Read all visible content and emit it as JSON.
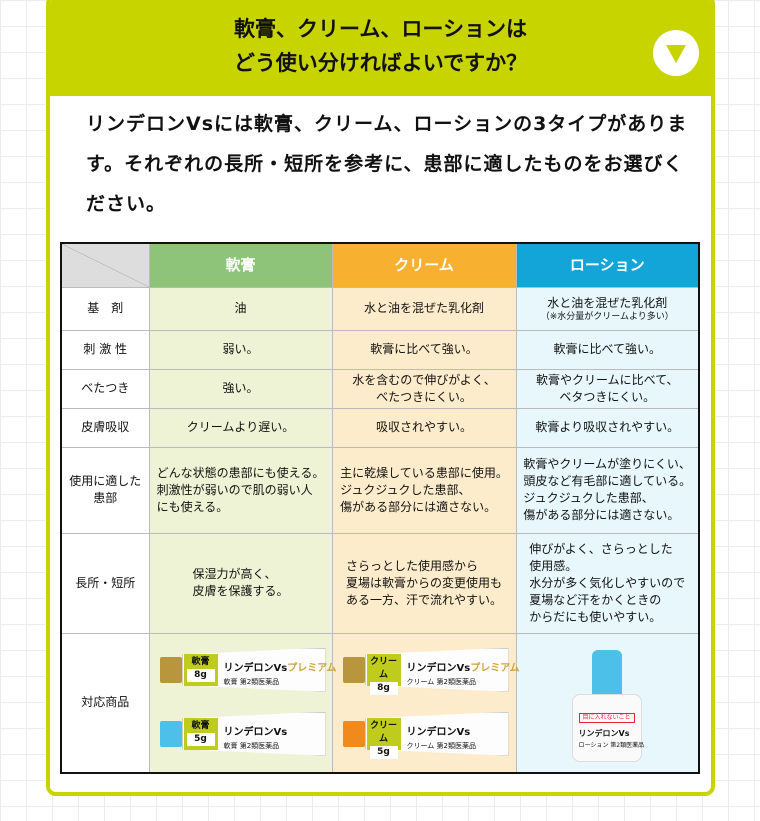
{
  "header": {
    "title_line1": "軟膏、クリーム、ローションは",
    "title_line2": "どう使い分ければよいですか？",
    "toggle_icon": "triangle-down-icon"
  },
  "intro": "リンデロンVsには軟膏、クリーム、ローションの3タイプがあります。それぞれの長所・短所を参考に、患部に適したものをお選びください。",
  "colors": {
    "accent": "#c8d400",
    "ointment": "#8ec47a",
    "cream": "#f7b030",
    "lotion": "#13a5d7"
  },
  "table": {
    "columns": [
      "軟膏",
      "クリーム",
      "ローション"
    ],
    "rows": [
      {
        "label": "基　剤",
        "cells": [
          "油",
          "水と油を混ぜた乳化剤",
          "水と油を混ぜた乳化剤"
        ],
        "note": "（※水分量がクリームより多い）"
      },
      {
        "label": "刺 激 性",
        "cells": [
          "弱い。",
          "軟膏に比べて強い。",
          "軟膏に比べて強い。"
        ]
      },
      {
        "label": "べたつき",
        "cells": [
          "強い。",
          "水を含むので伸びがよく、\nべたつきにくい。",
          "軟膏やクリームに比べて、\nベタつきにくい。"
        ]
      },
      {
        "label": "皮膚吸収",
        "cells": [
          "クリームより遅い。",
          "吸収されやすい。",
          "軟膏より吸収されやすい。"
        ]
      },
      {
        "label": "使用に適した\n患部",
        "cells": [
          "どんな状態の患部にも使える。\n刺激性が弱いので肌の弱い人\nにも使える。",
          "主に乾燥している患部に使用。\nジュクジュクした患部、\n傷がある部分には適さない。",
          "軟膏やクリームが塗りにくい、\n頭皮など有毛部に適している。\nジュクジュクした患部、\n傷がある部分には適さない。"
        ]
      },
      {
        "label": "長所・短所",
        "cells": [
          "保湿力が高く、\n皮膚を保護する。",
          "さらっとした使用感から\n夏場は軟膏からの変更使用も\nある一方、汗で流れやすい。",
          "伸びがよく、さらっとした\n使用感。\n水分が多く気化しやすいので\n夏場など汗をかくときの\nからだにも使いやすい。"
        ]
      },
      {
        "label": "対応商品"
      }
    ]
  },
  "products": {
    "ointment": [
      {
        "type": "軟膏",
        "size": "8g",
        "brand": "リンデロンVs",
        "variant": "プレミアム",
        "sub": "軟膏 第2類医薬品",
        "cap": "#b8963e"
      },
      {
        "type": "軟膏",
        "size": "5g",
        "brand": "リンデロンVs",
        "variant": "",
        "sub": "軟膏 第2類医薬品",
        "cap": "#4cc0e8"
      }
    ],
    "cream": [
      {
        "type": "クリーム",
        "size": "8g",
        "brand": "リンデロンVs",
        "variant": "プレミアム",
        "sub": "クリーム 第2類医薬品",
        "cap": "#b8963e"
      },
      {
        "type": "クリーム",
        "size": "5g",
        "brand": "リンデロンVs",
        "variant": "",
        "sub": "クリーム 第2類医薬品",
        "cap": "#f08a1c"
      }
    ],
    "lotion": {
      "warning": "目に入れないこと",
      "brand": "リンデロンVs",
      "sub": "ローション 第2類医薬品"
    }
  }
}
